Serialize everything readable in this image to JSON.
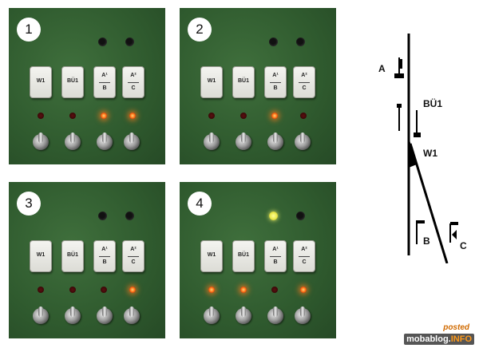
{
  "panels": [
    {
      "number": "1",
      "buttons": [
        {
          "top": "W1"
        },
        {
          "top": "BÜ1"
        },
        {
          "top": "A¹",
          "bottom": "B"
        },
        {
          "top": "A²",
          "bottom": "C"
        }
      ],
      "upper_leds": [
        "off",
        "off"
      ],
      "leds": [
        "off",
        "off",
        "on",
        "on"
      ]
    },
    {
      "number": "2",
      "buttons": [
        {
          "top": "W1"
        },
        {
          "top": "BÜ1"
        },
        {
          "top": "A¹",
          "bottom": "B"
        },
        {
          "top": "A²",
          "bottom": "C"
        }
      ],
      "upper_leds": [
        "off",
        "off"
      ],
      "leds": [
        "off",
        "off",
        "on",
        "off"
      ]
    },
    {
      "number": "3",
      "buttons": [
        {
          "top": "W1"
        },
        {
          "top": "BÜ1"
        },
        {
          "top": "A¹",
          "bottom": "B"
        },
        {
          "top": "A²",
          "bottom": "C"
        }
      ],
      "upper_leds": [
        "off",
        "off"
      ],
      "leds": [
        "off",
        "off",
        "off",
        "on"
      ]
    },
    {
      "number": "4",
      "buttons": [
        {
          "top": "W1"
        },
        {
          "top": "BÜ1"
        },
        {
          "top": "A¹",
          "bottom": "B"
        },
        {
          "top": "A²",
          "bottom": "C"
        }
      ],
      "upper_leds": [
        "yellow",
        "off"
      ],
      "leds": [
        "on",
        "on",
        "off",
        "on"
      ]
    }
  ],
  "diagram": {
    "label_a": "A",
    "label_bu1": "BÜ1",
    "label_w1": "W1",
    "label_b": "B",
    "label_c": "C"
  },
  "watermark": {
    "top": "posted",
    "main": "mobablog.",
    "accent": "INFO"
  },
  "colors": {
    "panel_green": "#2f5a2e",
    "led_on": "#ff7a1a",
    "led_yellow": "#e8e84a"
  }
}
